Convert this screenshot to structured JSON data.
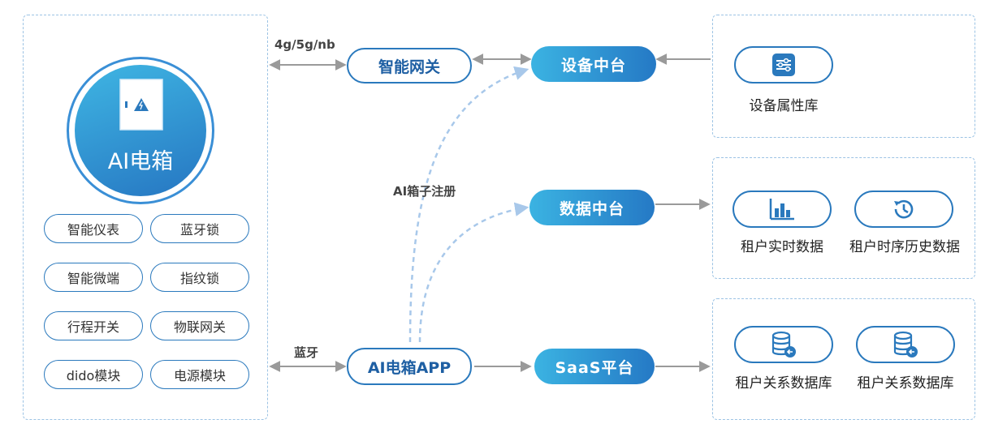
{
  "ai_box": {
    "title": "AI电箱",
    "modules": [
      "智能仪表",
      "蓝牙锁",
      "智能微端",
      "指纹锁",
      "行程开关",
      "物联网关",
      "dido模块",
      "电源模块"
    ]
  },
  "links": {
    "gateway_link": "4g/5g/nb",
    "bluetooth_link": "蓝牙",
    "register_label": "AI箱子注册"
  },
  "nodes": {
    "gateway": "智能网关",
    "app": "AI电箱APP",
    "device_center": "设备中台",
    "data_center": "数据中台",
    "saas": "SaaS平台"
  },
  "right_panels": {
    "device_attr": "设备属性库",
    "realtime": "租户实时数据",
    "history": "租户时序历史数据",
    "relation_1": "租户关系数据库",
    "relation_2": "租户关系数据库"
  },
  "colors": {
    "accent": "#2a79bd",
    "gradient_start": "#3bb3e2",
    "arrow": "#9a9a9a",
    "dash": "#9cc3e4"
  }
}
